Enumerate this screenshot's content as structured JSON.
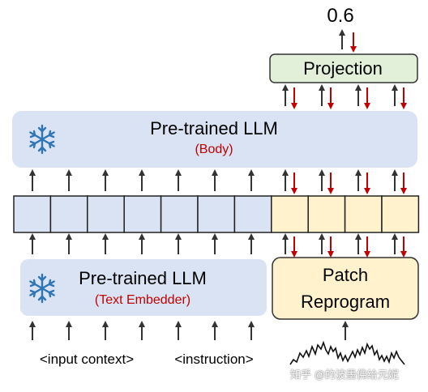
{
  "output_value": "0.6",
  "projection_label": "Projection",
  "body_block": {
    "title": "Pre-trained LLM",
    "subtitle": "(Body)"
  },
  "embedder_block": {
    "title": "Pre-trained LLM",
    "subtitle": "(Text Embedder)"
  },
  "patch_block": {
    "line1": "Patch",
    "line2": "Reprogram"
  },
  "inputs": {
    "context": "<input context>",
    "instruction": "<instruction>"
  },
  "watermark": "知乎 @的波墨佛给元妮",
  "colors": {
    "body_fill": "#dae3f3",
    "embedder_fill": "#dae3f3",
    "patch_fill": "#fff2cc",
    "projection_fill": "#e2f0d9",
    "token_blue": "#dae3f3",
    "token_yellow": "#fff2cc",
    "gradient_arrow": "#c00000",
    "snowflake": "#2e75b6"
  },
  "token_row": {
    "text_tokens": 7,
    "patch_tokens": 4
  },
  "icons": [
    "snowflake-icon"
  ]
}
